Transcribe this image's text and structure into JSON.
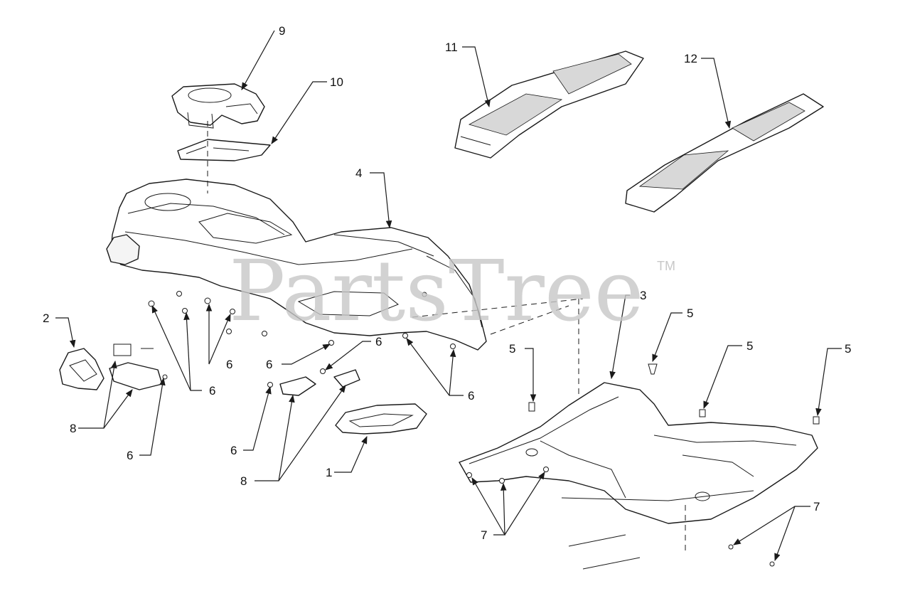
{
  "watermark": {
    "brand": "PartsTree",
    "tm": "TM"
  },
  "callouts": {
    "c1": "1",
    "c2": "2",
    "c3": "3",
    "c4": "4",
    "c5a": "5",
    "c5b": "5",
    "c5c": "5",
    "c5d": "5",
    "c6a": "6",
    "c6b": "6",
    "c6c": "6",
    "c6d": "6",
    "c6e": "6",
    "c6f": "6",
    "c6g": "6",
    "c7a": "7",
    "c7b": "7",
    "c8a": "8",
    "c8b": "8",
    "c9": "9",
    "c10": "10",
    "c11": "11",
    "c12": "12"
  }
}
